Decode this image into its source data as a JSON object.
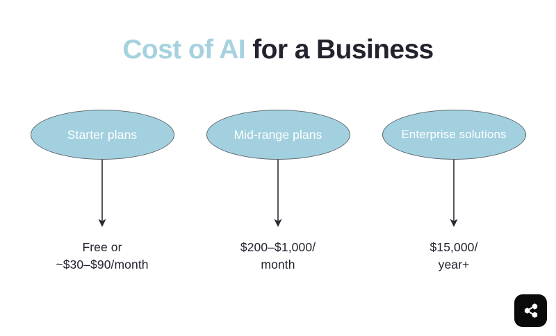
{
  "title": {
    "accent_text": "Cost of AI",
    "rest_text": " for a Business",
    "accent_color": "#a5d2de",
    "rest_color": "#23232f"
  },
  "diagram": {
    "node_fill_color": "#a2d0de",
    "node_border_color": "#5a646b",
    "node_text_color": "#ffffff",
    "arrow_color": "#2b2b33",
    "caption_color": "#23232f",
    "columns": [
      {
        "node_label": "Starter plans",
        "caption_line_1": "Free or",
        "caption_line_2": "~$30–$90/month"
      },
      {
        "node_label": "Mid-range plans",
        "caption_line_1": "$200–$1,000/",
        "caption_line_2": "month"
      },
      {
        "node_label": "Enterprise solutions",
        "caption_line_1": "$15,000/",
        "caption_line_2": "year+"
      }
    ]
  },
  "share_button": {
    "icon": "share-icon",
    "background_color": "#0a0a0a",
    "icon_color": "#ffffff"
  }
}
